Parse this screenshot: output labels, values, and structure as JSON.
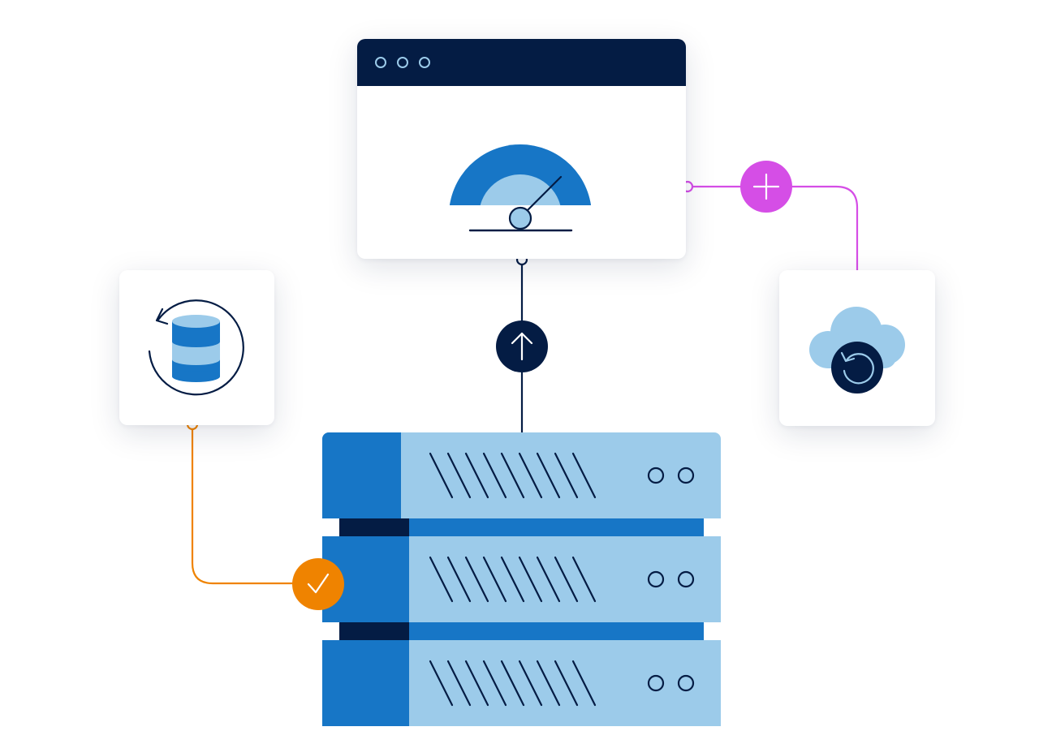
{
  "colors": {
    "navy": "#041c44",
    "blue": "#1776c6",
    "light_blue": "#9ccbea",
    "orange": "#ef8300",
    "magenta": "#d54ee6",
    "white": "#ffffff"
  },
  "browser_window": {
    "title_dots": [
      "window-dot-1",
      "window-dot-2",
      "window-dot-3"
    ],
    "icon": "speedometer-icon"
  },
  "database_card": {
    "icon": "database-sync-icon"
  },
  "cloud_card": {
    "icon": "cloud-backup-icon"
  },
  "connectors": {
    "upload_badge": "arrow-up-icon",
    "add_badge": "plus-icon",
    "success_badge": "checkmark-icon"
  },
  "server_rack": {
    "units": 3,
    "vent_slats_per_unit": 9,
    "indicator_lights_per_unit": 2
  }
}
